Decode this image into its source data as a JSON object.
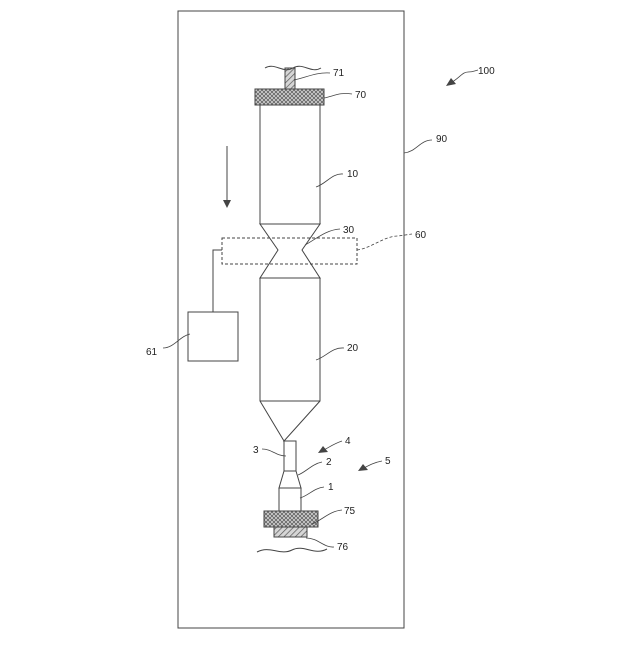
{
  "colors": {
    "line": "#444444",
    "hatch": "#555555",
    "hatch_fill": "#d6d6d6"
  },
  "labels": {
    "assembly": "100",
    "housing": "90",
    "cap_top": "70",
    "rod_top": "71",
    "upper_body": "10",
    "neck": "30",
    "sensor_zone": "60",
    "controller": "61",
    "lower_body": "20",
    "nozzle_group": "4",
    "nozzle_inner": "3",
    "nozzle_mid": "2",
    "outlet_group": "5",
    "outlet": "1",
    "base_block": "75",
    "base_rod": "76"
  }
}
